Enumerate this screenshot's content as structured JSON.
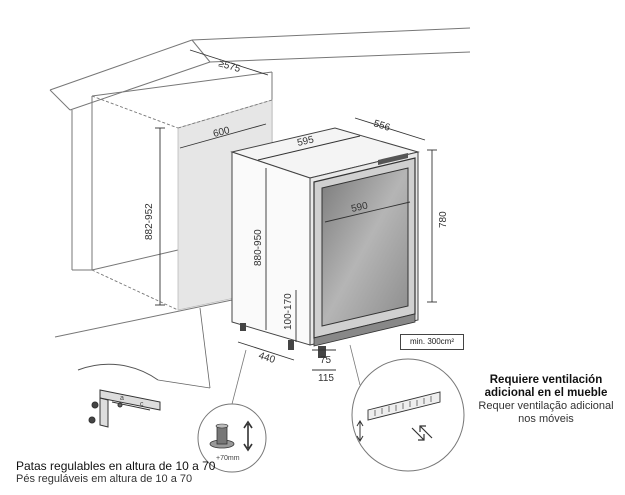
{
  "dimensions": {
    "niche_depth": "≥575",
    "niche_width": "600",
    "niche_height": "882-952",
    "unit_width": "595",
    "unit_depth": "556",
    "unit_height": "780",
    "door_width": "590",
    "unit_height_range": "880-950",
    "leg_height_range": "100-170",
    "base_depth": "440",
    "plinth_offset_a": "75",
    "plinth_offset_b": "115",
    "leg_adjust": "+70mm"
  },
  "ventilation_box": "min. 300cm²",
  "ventilation_note": {
    "es_line1": "Requiere ventilación",
    "es_line2": "adicional en el mueble",
    "pt_line1": "Requer ventilação adicional",
    "pt_line2": "nos móveis"
  },
  "legs_note": {
    "es": "Patas regulables en altura de 10 a 70",
    "pt": "Pés reguláveis em altura de 10 a 70"
  },
  "colors": {
    "line": "#555555",
    "niche_fill": "#e4e4e4",
    "glass": "#9a9a9a"
  }
}
